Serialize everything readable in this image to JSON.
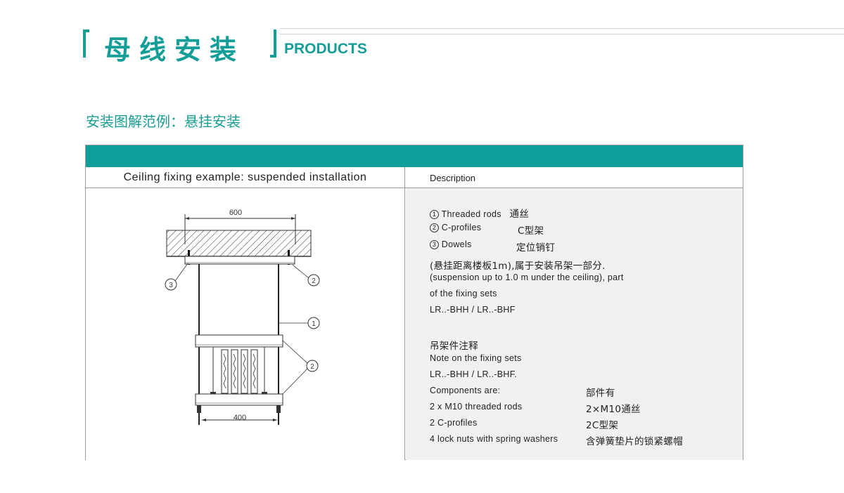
{
  "header": {
    "title_cn": "母线安装",
    "title_en": "PRODUCTS"
  },
  "subtitle": "安装图解范例：悬挂安装",
  "panel": {
    "left_heading": "Ceiling fixing example: suspended installation",
    "right_heading": "Description"
  },
  "diagram": {
    "dim_top": "600",
    "dim_bottom": "400",
    "callout_1": "1",
    "callout_2": "2",
    "callout_3": "3"
  },
  "description": {
    "items": [
      {
        "num": "1",
        "en": "Threaded rods",
        "cn": "通丝"
      },
      {
        "num": "2",
        "en": "C-profiles",
        "cn": "C型架"
      },
      {
        "num": "3",
        "en": "Dowels",
        "cn": "定位销钉"
      }
    ],
    "note_cn": "(悬挂距离楼板1m),属于安装吊架一部分.",
    "note_en_1": "(suspension up to 1.0 m under the ceiling), part",
    "note_en_2": "of the fixing sets",
    "note_code": "LR..-BHH / LR..-BHF",
    "notes_title_cn": "吊架件注释",
    "notes_title_en": "Note on the fixing sets",
    "notes_code": "LR..-BHH / LR..-BHF.",
    "components_en": "Components are:",
    "components_cn": "部件有",
    "component_rows": [
      {
        "en": "2 x M10 threaded rods",
        "cn": "2×M10通丝"
      },
      {
        "en": "2 C-profiles",
        "cn": "2C型架"
      },
      {
        "en": "4 lock nuts with spring washers",
        "cn": "含弹簧垫片的锁紧螺帽"
      }
    ]
  }
}
